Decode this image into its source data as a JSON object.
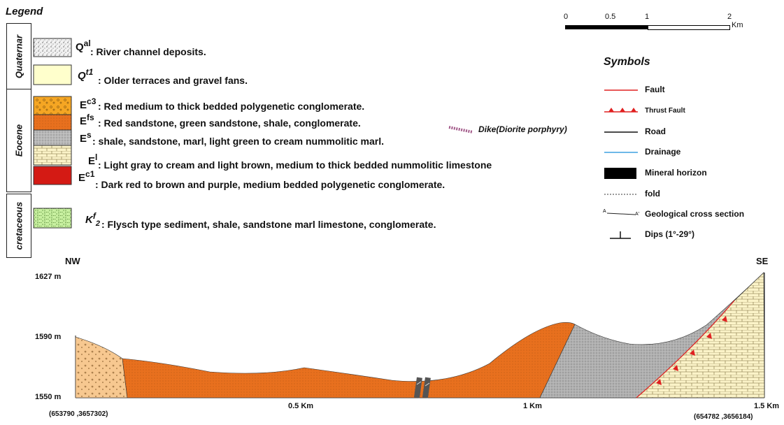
{
  "legend": {
    "title": "Legend",
    "eras": [
      "Quaternar",
      "Eocene",
      "cretaceous"
    ],
    "units": [
      {
        "symbol": "Q",
        "sup": "al",
        "sub": "",
        "description": ": River channel deposits."
      },
      {
        "symbol": "Q",
        "sup": "t1",
        "sub": "",
        "description": ": Older terraces and gravel fans."
      },
      {
        "symbol": "E",
        "sup": "c3",
        "sub": "",
        "description": ": Red medium to thick bedded polygenetic conglomerate."
      },
      {
        "symbol": "E",
        "sup": "fs",
        "sub": "",
        "description": ": Red sandstone, green sandstone, shale, conglomerate."
      },
      {
        "symbol": "E",
        "sup": "s",
        "sub": "",
        "description": " : shale, sandstone, marl, light green to cream nummolitic marl."
      },
      {
        "symbol": "E",
        "sup": "l",
        "sub": "",
        "description": " : Light gray to cream and light brown, medium to thick bedded nummolitic limestone"
      },
      {
        "symbol": "E",
        "sup": "c1",
        "sub": "",
        "description": ": Dark red to brown and purple, medium bedded polygenetic conglomerate."
      },
      {
        "symbol": "K",
        "sup": "f",
        "sub": "2",
        "description": " : Flysch type sediment, shale, sandstone marl limestone, conglomerate."
      }
    ],
    "dike_label": "Dike(Diorite porphyry)",
    "colors": {
      "Qal": "#f2f2f2",
      "Qt1": "#ffffcc",
      "Ec3": "#f5a623",
      "Efs": "#e8701e",
      "Es": "#b3b3b3",
      "El": "#fbf3c8",
      "Ec1": "#d41a14",
      "K2f": "#c8f0a0"
    }
  },
  "scale_bar": {
    "ticks": [
      "0",
      "0.5",
      "1",
      "2"
    ],
    "unit": "Km"
  },
  "symbols": {
    "title": "Symbols",
    "items": [
      {
        "icon": "fault-line-icon",
        "label": "Fault"
      },
      {
        "icon": "thrust-fault-icon",
        "label": "Thrust Fault"
      },
      {
        "icon": "road-line-icon",
        "label": "Road"
      },
      {
        "icon": "drainage-line-icon",
        "label": "Drainage"
      },
      {
        "icon": "mineral-horizon-icon",
        "label": "Mineral horizon"
      },
      {
        "icon": "fold-line-icon",
        "label": "fold"
      },
      {
        "icon": "cross-section-icon",
        "label": "Geological cross section",
        "marker_start": "A",
        "marker_end": "A'"
      },
      {
        "icon": "dip-symbol-icon",
        "label": "Dips (1°-29°)"
      }
    ]
  },
  "section": {
    "left_direction": "NW",
    "right_direction": "SE",
    "elevation_labels": [
      "1627 m",
      "1590 m",
      "1550 m"
    ],
    "distance_labels": [
      "0.5 Km",
      "1 Km",
      "1.5 Km"
    ],
    "left_coord": "(653790 ,3657302)",
    "right_coord": "(654782 ,3656184)"
  }
}
